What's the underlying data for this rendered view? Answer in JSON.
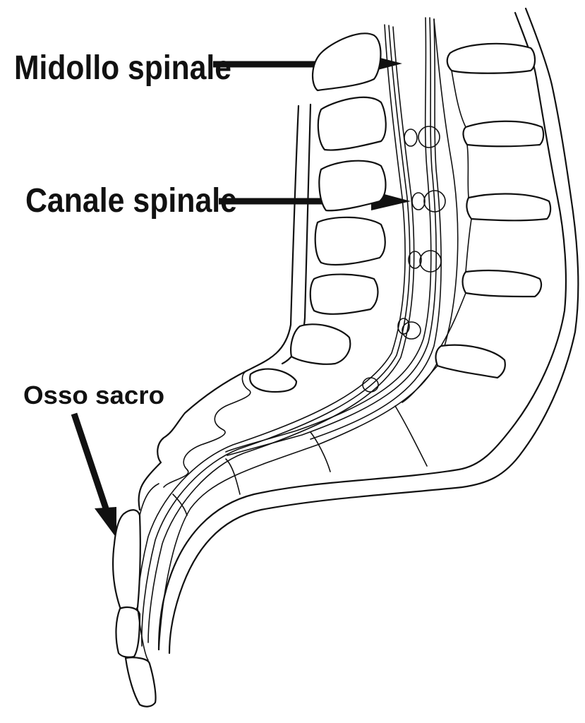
{
  "diagram": {
    "labels": {
      "spinal_cord": "Midollo spinale",
      "spinal_canal": "Canale spinale",
      "sacrum": "Osso sacro"
    },
    "colors": {
      "ink": "#111111",
      "background": "#ffffff"
    }
  }
}
